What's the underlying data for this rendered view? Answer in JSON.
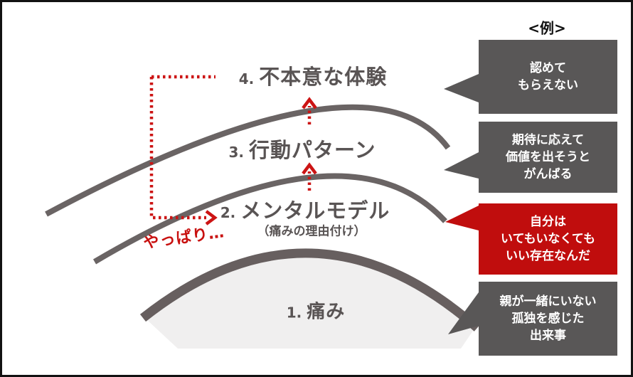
{
  "example_label": "<例>",
  "layers": [
    {
      "num": "4.",
      "label": "不本意な体験"
    },
    {
      "num": "3.",
      "label": "行動パターン"
    },
    {
      "num": "2.",
      "label": "メンタルモデル",
      "sub": "（痛みの理由付け）"
    },
    {
      "num": "1.",
      "label": "痛み"
    }
  ],
  "loop_label": "やっぱり…",
  "callouts": [
    {
      "tone": "gray",
      "lines": [
        "認めて",
        "もらえない"
      ]
    },
    {
      "tone": "gray",
      "lines": [
        "期待に応えて",
        "価値を出そうと",
        "がんばる"
      ]
    },
    {
      "tone": "red",
      "lines": [
        "自分は",
        "いてもいなくても",
        "いい存在なんだ"
      ]
    },
    {
      "tone": "gray",
      "lines": [
        "親が一緒にいない",
        "孤独を感じた",
        "出来事"
      ]
    }
  ],
  "colors": {
    "accent_red": "#c00d0d",
    "dotted_red": "#cc1414",
    "box_gray": "#595757",
    "arc_gray": "#6a6464",
    "dome_fill": "#f0efef",
    "label_gray": "#595454",
    "border_black": "#121212"
  }
}
